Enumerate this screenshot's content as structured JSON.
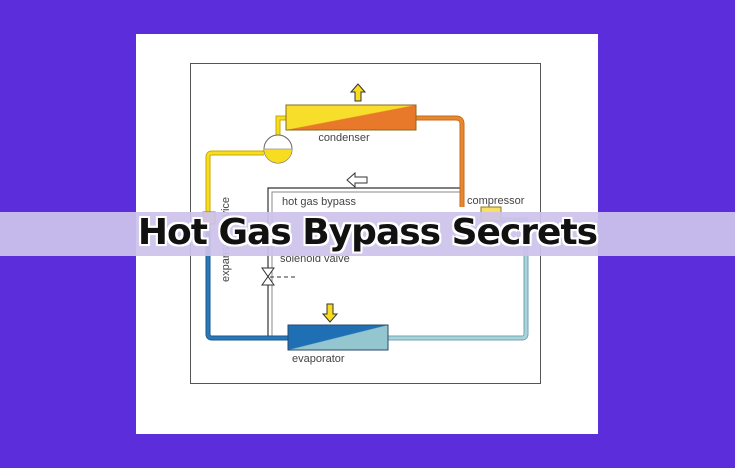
{
  "title": "Hot Gas Bypass Secrets",
  "labels": {
    "condenser": "condenser",
    "compressor": "compressor",
    "hot_gas_bypass": "hot gas bypass",
    "solenoid_valve": "solenoid valve",
    "evaporator": "evaporator",
    "expansion_device": "expansion device"
  },
  "colors": {
    "background": "#5b2ddb",
    "hot_liquid": "#f5d21a",
    "hot_gas": "#e07a28",
    "cold": "#1f6fae",
    "suction": "#8fc4cc"
  },
  "icons": {
    "condenser_arrow": "arrow-up-icon",
    "bypass_arrow": "arrow-left-icon",
    "evaporator_arrow": "arrow-down-icon",
    "valve": "solenoid-valve-icon"
  }
}
